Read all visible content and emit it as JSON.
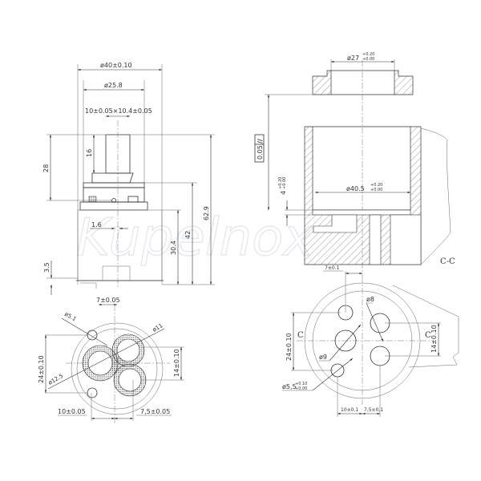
{
  "watermark": "Kupelnox",
  "side_view": {
    "dia_outer": "ø40±0.10",
    "dia_inner": "ø25.8",
    "spline": "10±0.05×10.4±0.05",
    "h16": "16",
    "h28": "28",
    "h62_9": "62.9",
    "h42": "42",
    "h30_4": "30.4",
    "h3_5": "3.5",
    "w1_6": "1.6"
  },
  "bottom_view": {
    "d5_1": "ø5.1",
    "d11": "ø11",
    "d12_5": "ø12.5",
    "off7": "7±0.05",
    "h24": "24±0.10",
    "h14": "14±0.10",
    "w10": "10±0.05",
    "w7_5": "7,5±0.05"
  },
  "section_view": {
    "d27": "ø27",
    "d27_tol_upper": "+0.20",
    "d27_tol_lower": "+0.00",
    "d40_5": "ø40.5",
    "d40_5_tol_upper": "+0.20",
    "d40_5_tol_lower": "+0.00",
    "h4": "4",
    "h4_tol_upper": "+0.20",
    "h4_tol_lower": "+0.00",
    "parallelism_symbol": "//",
    "parallelism_value": "0.05",
    "section_label": "C-C"
  },
  "seat_view": {
    "off7": "7±0.1",
    "d8": "ø8",
    "d9": "ø9",
    "d5_5": "ø5,5",
    "d5_5_tol_upper": "+0.10",
    "d5_5_tol_lower": "+0.00",
    "h24": "24±0.10",
    "h14": "14±0.10",
    "w10": "10±0.1",
    "w7_5": "7,5±0.1",
    "cut_left": "C",
    "cut_right": "C"
  }
}
